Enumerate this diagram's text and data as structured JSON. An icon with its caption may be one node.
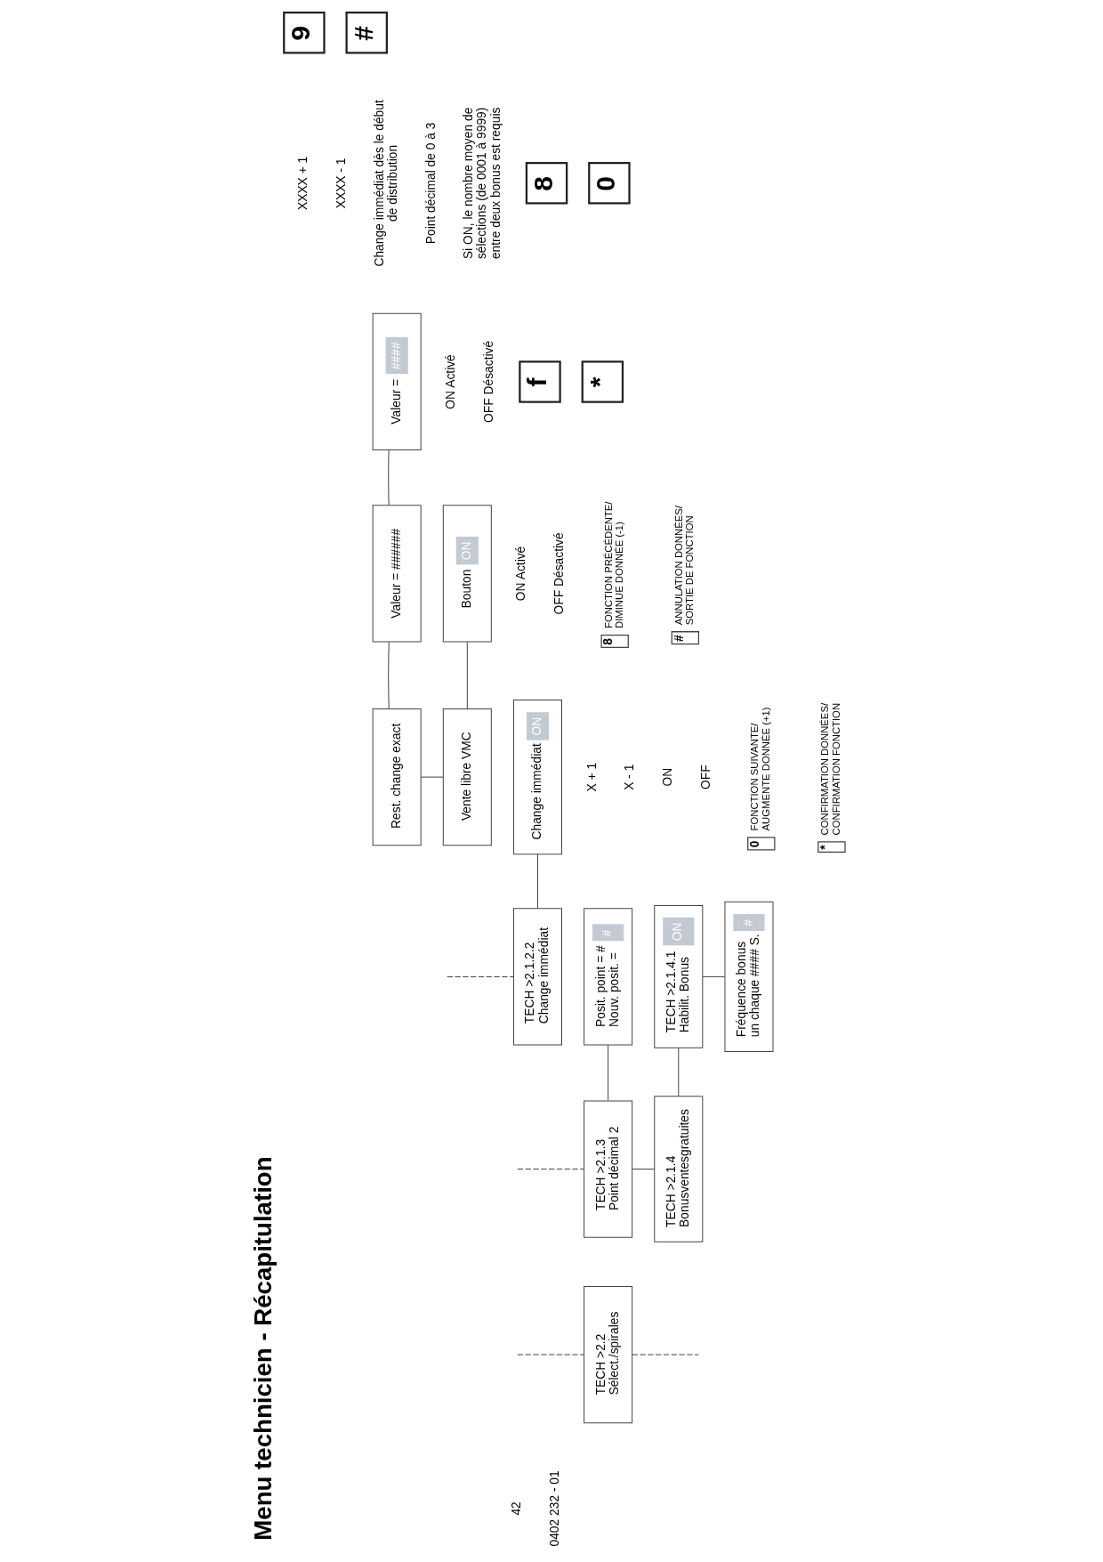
{
  "diagram": {
    "title": "Menu technicien - Récapitulation",
    "nodes": [
      {
        "text": [
          "Rest. change exact"
        ]
      },
      {
        "text": [
          "Valeur = ######"
        ]
      },
      {
        "text": [
          "Valeur =",
          "####"
        ]
      },
      {
        "text": [
          "Vente libre VMC"
        ]
      },
      {
        "text": [
          "Bouton",
          "ON"
        ]
      },
      {
        "text": [
          "TECH >2.1.2.2",
          "Change immédiat"
        ]
      },
      {
        "text": [
          "Change immédiat",
          "ON"
        ]
      },
      {
        "text": [
          "TECH >2.1.3",
          "Point décimal 2"
        ]
      },
      {
        "text": [
          "Posit. point = #",
          "Nouv. posit. =",
          "#"
        ]
      },
      {
        "text": [
          "TECH >2.1.4",
          "Bonusventesgratuites"
        ]
      },
      {
        "text": [
          "TECH >2.1.4.1",
          "Habilit. Bonus",
          "ON"
        ]
      },
      {
        "text": [
          "Fréquence bonus",
          "un chaque #### S.",
          "#"
        ]
      },
      {
        "text": [
          "TECH >2.2",
          "Sélect./spirales"
        ]
      },
      {
        "text": [
          "0"
        ],
        "beside": [
          "FONCTION SUIVANTE/ AUGMENTE DONNÉE (+1)"
        ]
      },
      {
        "text": [
          "8"
        ],
        "beside": [
          "FONCTION PRÉCÉDENTE/ DIMINUE DONNÉE (-1)"
        ]
      },
      {
        "text": [
          "*"
        ],
        "beside": [
          "CONFIRMATION DONNÉES/ CONFIRMATION FONCTION"
        ]
      },
      {
        "text": [
          "#"
        ],
        "beside": [
          "ANNULATION DONNÉES/ SORTIE DE FONCTION"
        ]
      },
      {
        "text": [
          "f"
        ]
      },
      {
        "text": [
          "8"
        ]
      },
      {
        "text": [
          "9"
        ]
      },
      {
        "text": [
          "*"
        ]
      },
      {
        "text": [
          "0"
        ]
      },
      {
        "text": [
          "#"
        ]
      }
    ],
    "edges": [
      {
        "from": 0,
        "to": 1,
        "arrow": "none"
      },
      {
        "from": 1,
        "to": 2,
        "arrow": "none"
      },
      {
        "from": 0,
        "to": 3,
        "arrow": "none"
      },
      {
        "from": 3,
        "to": 4,
        "arrow": "none"
      },
      {
        "from": null,
        "to": 5,
        "arrow": "none",
        "style": "dashed"
      },
      {
        "from": 5,
        "to": 6,
        "arrow": "none"
      },
      {
        "from": null,
        "to": 7,
        "arrow": "none",
        "style": "dashed"
      },
      {
        "from": 7,
        "to": 8,
        "arrow": "none"
      },
      {
        "from": 7,
        "to": 9,
        "arrow": "none"
      },
      {
        "from": 9,
        "to": 10,
        "arrow": "none"
      },
      {
        "from": 10,
        "to": 11,
        "arrow": "none"
      },
      {
        "from": null,
        "to": 12,
        "arrow": "none",
        "style": "dashed"
      },
      {
        "from": 12,
        "to": null,
        "arrow": "none",
        "style": "dashed"
      }
    ],
    "labels": [
      "XXXX + 1",
      "XXXX - 1",
      "ON Activé",
      "OFF Désactivé",
      "ON Activé",
      "OFF Désactivé",
      "Change immédiat dès le début de distribution",
      "X + 1",
      "X - 1",
      "Point décimal de 0 à 3",
      "ON",
      "OFF",
      "Si ON, le nombre moyen de sélections (de 0001 à 9999) entre deux bonus est requis",
      "42",
      "0402 232 - 01"
    ]
  }
}
